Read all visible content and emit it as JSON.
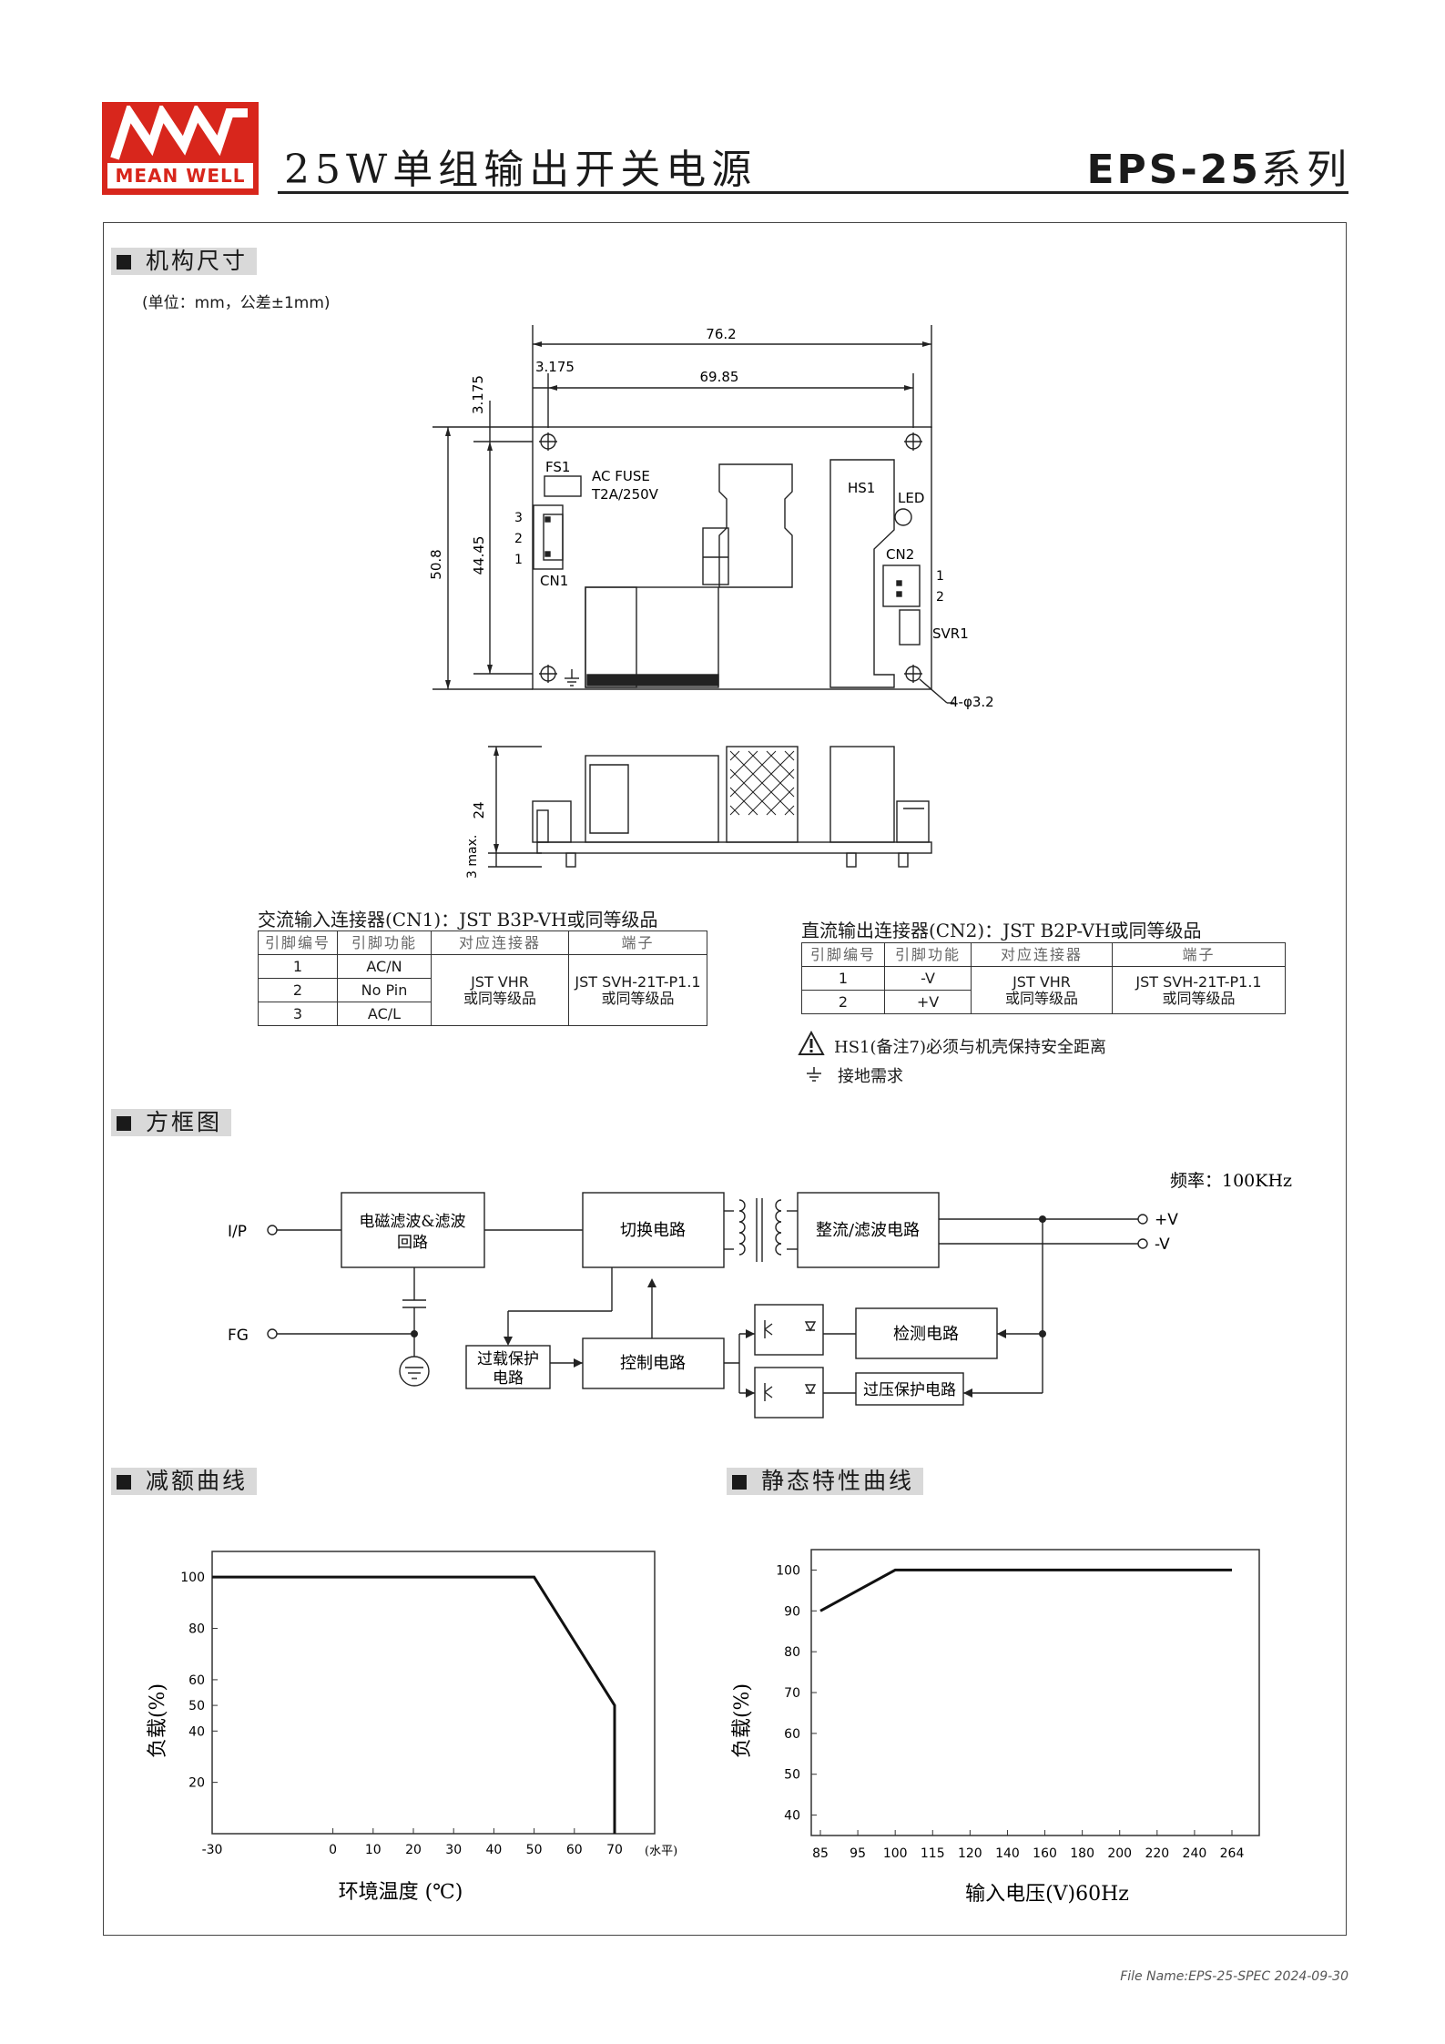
{
  "header": {
    "logo_text": "MEAN WELL",
    "title": "25W单组输出开关电源",
    "series_model": "EPS-25",
    "series_suffix": "系列"
  },
  "sections": {
    "mechanical": {
      "title": "机构尺寸",
      "unit_note": "(单位：mm，公差±1mm)",
      "dims": {
        "d762": "76.2",
        "d3175a": "3.175",
        "d6985": "69.85",
        "d3175b": "3.175",
        "d508": "50.8",
        "d4445": "44.45",
        "d24": "24",
        "d3max": "3 max.",
        "holes": "4-φ3.2"
      },
      "labels": {
        "fs1": "FS1",
        "fuse1": "AC FUSE",
        "fuse2": "T2A/250V",
        "hs1": "HS1",
        "led": "LED",
        "cn2": "CN2",
        "svr1": "SVR1",
        "cn1": "CN1",
        "p3": "3",
        "p2": "2",
        "p1": "1",
        "q1": "1",
        "q2": "2"
      }
    },
    "cn1": {
      "title": "交流输入连接器(CN1)：JST B3P-VH或同等级品",
      "headers": [
        "引脚编号",
        "引脚功能",
        "对应连接器",
        "端子"
      ],
      "rows": [
        [
          "1",
          "AC/N"
        ],
        [
          "2",
          "No Pin"
        ],
        [
          "3",
          "AC/L"
        ]
      ],
      "mating": "JST VHR\n或同等级品",
      "terminal": "JST SVH-21T-P1.1\n或同等级品"
    },
    "cn2": {
      "title": "直流输出连接器(CN2)：JST B2P-VH或同等级品",
      "headers": [
        "引脚编号",
        "引脚功能",
        "对应连接器",
        "端子"
      ],
      "rows": [
        [
          "1",
          "-V"
        ],
        [
          "2",
          "+V"
        ]
      ],
      "mating": "JST VHR\n或同等级品",
      "terminal": "JST SVH-21T-P1.1\n或同等级品"
    },
    "notes": {
      "hs1_note": "HS1(备注7)必须与机壳保持安全距离",
      "ground_note": "接地需求"
    },
    "block": {
      "title": "方框图",
      "freq": "频率：100KHz",
      "ip": "I/P",
      "fg": "FG",
      "pv": "+V",
      "nv": "-V",
      "emi": "电磁滤波&滤波",
      "emi2": "回路",
      "switch": "切换电路",
      "rect": "整流/滤波电路",
      "detect": "检测电路",
      "ovp": "过压保护电路",
      "ctrl": "控制电路",
      "olp": "过载保护",
      "olp2": "电路"
    },
    "derating": {
      "title": "减额曲线"
    },
    "static": {
      "title": "静态特性曲线"
    }
  },
  "chart_data": [
    {
      "type": "line",
      "title": "",
      "xlabel": "环境温度 (℃)",
      "ylabel": "负载(%)",
      "x_unit_note": "(水平)",
      "x_ticks": [
        -30,
        0,
        10,
        20,
        30,
        40,
        50,
        60,
        70
      ],
      "y_ticks": [
        20,
        40,
        50,
        60,
        80,
        100
      ],
      "xlim": [
        -30,
        70
      ],
      "ylim": [
        0,
        110
      ],
      "series": [
        {
          "x": [
            -30,
            50,
            70,
            70
          ],
          "y": [
            100,
            100,
            50,
            0
          ]
        }
      ]
    },
    {
      "type": "line",
      "title": "",
      "xlabel": "输入电压(V)60Hz",
      "ylabel": "负载(%)",
      "x_ticks": [
        85,
        95,
        100,
        115,
        120,
        140,
        160,
        180,
        200,
        220,
        240,
        264
      ],
      "y_ticks": [
        40,
        50,
        60,
        70,
        80,
        90,
        100
      ],
      "ylim": [
        35,
        105
      ],
      "series": [
        {
          "x": [
            85,
            100,
            264
          ],
          "y": [
            90,
            100,
            100
          ]
        }
      ]
    }
  ],
  "footer": {
    "file": "File Name:EPS-25-SPEC   2024-09-30"
  }
}
